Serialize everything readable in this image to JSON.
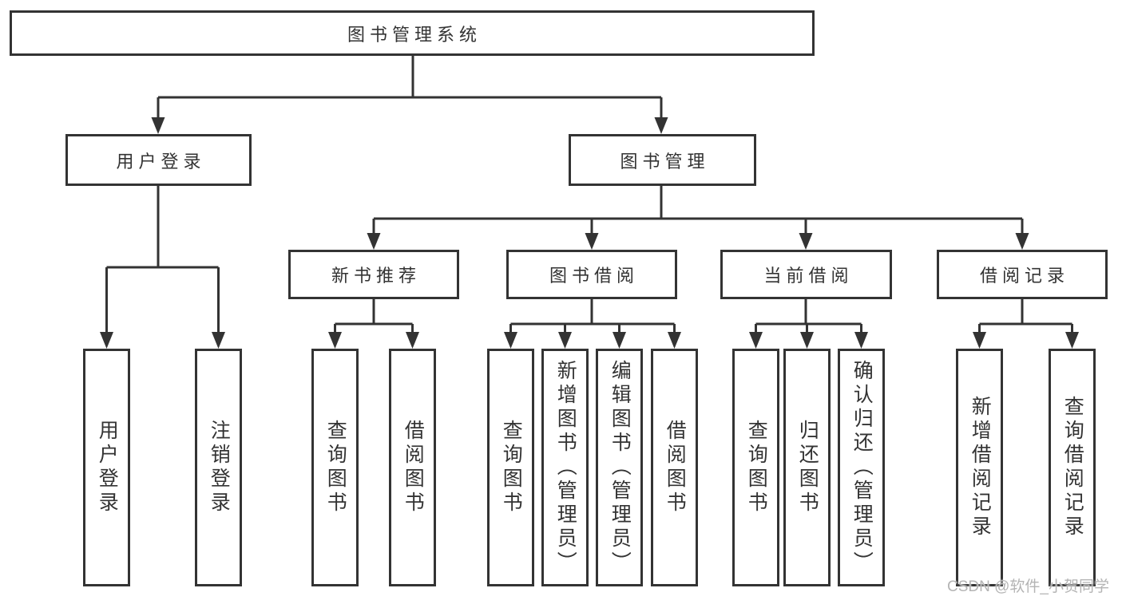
{
  "diagram_type": "hierarchy-tree",
  "tree": {
    "label": "图书管理系统",
    "children": [
      {
        "label": "用户登录",
        "children": [
          {
            "label": "用户登录"
          },
          {
            "label": "注销登录"
          }
        ]
      },
      {
        "label": "图书管理",
        "children": [
          {
            "label": "新书推荐",
            "children": [
              {
                "label": "查询图书"
              },
              {
                "label": "借阅图书"
              }
            ]
          },
          {
            "label": "图书借阅",
            "children": [
              {
                "label": "查询图书"
              },
              {
                "label": "新增图书（管理员）"
              },
              {
                "label": "编辑图书（管理员）"
              },
              {
                "label": "借阅图书"
              }
            ]
          },
          {
            "label": "当前借阅",
            "children": [
              {
                "label": "查询图书"
              },
              {
                "label": "归还图书"
              },
              {
                "label": "确认归还（管理员）"
              }
            ]
          },
          {
            "label": "借阅记录",
            "children": [
              {
                "label": "新增借阅记录"
              },
              {
                "label": "查询借阅记录"
              }
            ]
          }
        ]
      }
    ]
  },
  "watermark": "CSDN @软件_小贺同学",
  "colors": {
    "line": "#333333",
    "text": "#333333",
    "background": "#ffffff",
    "watermark": "#b4b4b4"
  }
}
